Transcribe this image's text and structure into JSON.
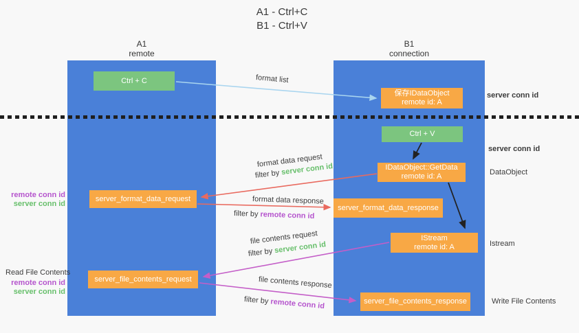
{
  "title": {
    "line1": "A1 - Ctrl+C",
    "line2": "B1 - Ctrl+V"
  },
  "lanes": {
    "a1": {
      "name": "A1",
      "subtitle": "remote"
    },
    "b1": {
      "name": "B1",
      "subtitle": "connection"
    }
  },
  "nodes": {
    "ctrl_c": {
      "label": "Ctrl + C"
    },
    "save_idataobject": {
      "line1": "保存IDataObject",
      "line2": "remote id: A"
    },
    "ctrl_v": {
      "label": "Ctrl + V"
    },
    "getdata": {
      "line1": "IDataObject::GetData",
      "line2": "remote id: A"
    },
    "format_request": {
      "label": "server_format_data_request"
    },
    "format_response": {
      "label": "server_format_data_response"
    },
    "istream": {
      "line1": "IStream",
      "line2": "remote id: A"
    },
    "file_request": {
      "label": "server_file_contents_request"
    },
    "file_response": {
      "label": "server_file_contents_response"
    }
  },
  "flow_labels": {
    "format_list": "format list",
    "format_data_request": "format data request",
    "format_data_response": "format data response",
    "file_contents_request": "file contents request",
    "file_contents_response": "file contents response",
    "filter_by": "filter by",
    "server_conn_id": "server conn id",
    "remote_conn_id": "remote conn id"
  },
  "side_labels": {
    "server_conn_id_top": "server conn id",
    "server_conn_id_mid": "server conn id",
    "dataobject": "DataObject",
    "istream": "Istream",
    "read_file_contents": "Read File Contents",
    "write_file_contents": "Write File Contents",
    "remote_conn_id": "remote conn id",
    "server_conn_id": "server conn id"
  },
  "colors": {
    "lane_blue": "#4a80d8",
    "box_orange": "#f8a845",
    "box_green": "#7cc57f",
    "text_green": "#67bf6b",
    "text_purple": "#b554cd",
    "arrow_red": "#e96a5f",
    "arrow_purple": "#c45ec8",
    "arrow_light_blue": "#a9d5ef",
    "arrow_black": "#222222"
  }
}
